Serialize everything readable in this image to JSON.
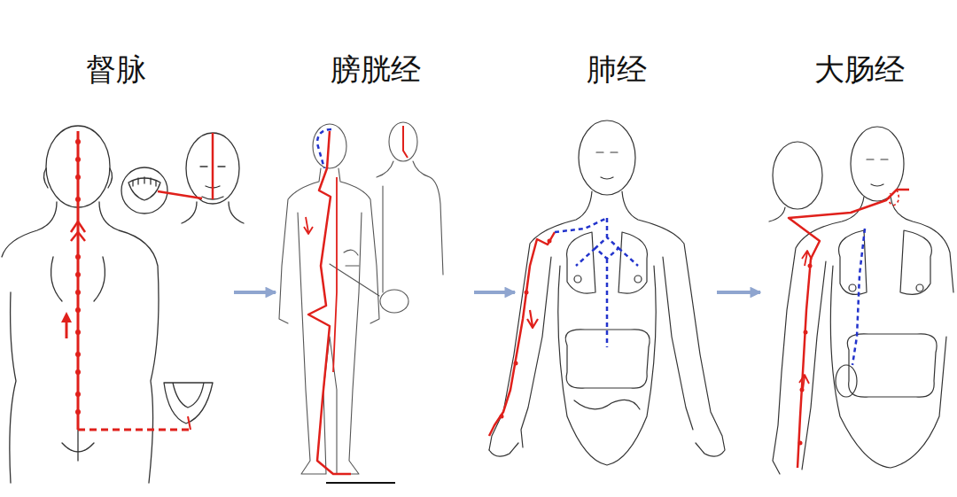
{
  "diagram": {
    "nodes": [
      {
        "text": [
          "督脉"
        ]
      },
      {
        "text": [
          "膀胱经"
        ]
      },
      {
        "text": [
          "肺经"
        ]
      },
      {
        "text": [
          "大肠经"
        ]
      }
    ],
    "edges": [
      {
        "from": 0,
        "to": 1,
        "arrow": "to"
      },
      {
        "from": 1,
        "to": 2,
        "arrow": "to"
      },
      {
        "from": 2,
        "to": 3,
        "arrow": "to"
      }
    ]
  }
}
